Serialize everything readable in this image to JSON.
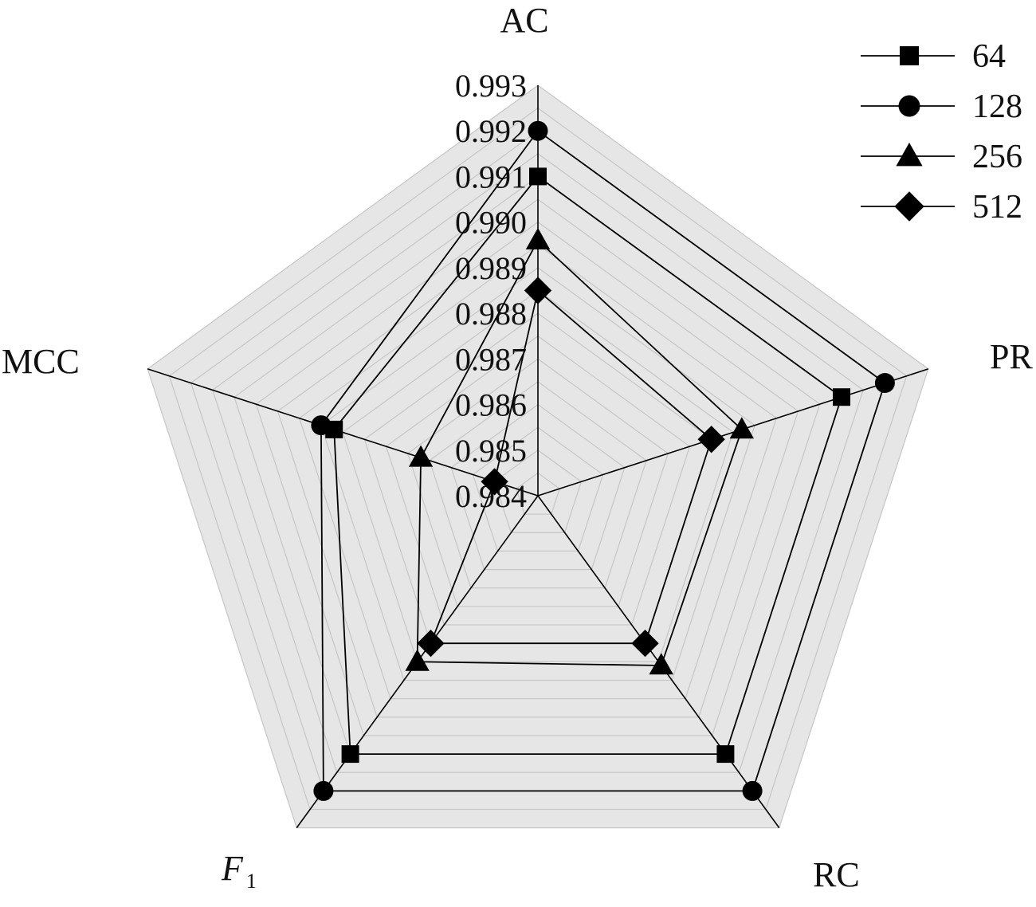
{
  "chart_data": {
    "type": "radar",
    "axes": [
      "AC",
      "PR",
      "RC",
      "F1",
      "MCC"
    ],
    "axis_display": {
      "F1": {
        "base": "F",
        "sub": "1"
      }
    },
    "range": [
      0.984,
      0.993
    ],
    "ticks": [
      "0.984",
      "0.985",
      "0.986",
      "0.987",
      "0.988",
      "0.989",
      "0.990",
      "0.991",
      "0.992",
      "0.993"
    ],
    "grid": true,
    "legend": "top-right",
    "series": [
      {
        "name": "64",
        "marker": "square",
        "values": [
          0.991,
          0.991,
          0.991,
          0.991,
          0.9887
        ]
      },
      {
        "name": "128",
        "marker": "circle",
        "values": [
          0.992,
          0.992,
          0.992,
          0.992,
          0.989
        ]
      },
      {
        "name": "256",
        "marker": "triangle",
        "values": [
          0.9896,
          0.9887,
          0.9886,
          0.9885,
          0.9867
        ]
      },
      {
        "name": "512",
        "marker": "diamond",
        "values": [
          0.9885,
          0.988,
          0.988,
          0.988,
          0.985
        ]
      }
    ]
  },
  "colors": {
    "background_fill": "#e6e6e6",
    "grid_line": "#c8c8c8",
    "axis_line": "#000000",
    "series_line": "#000000",
    "marker": "#000000"
  }
}
